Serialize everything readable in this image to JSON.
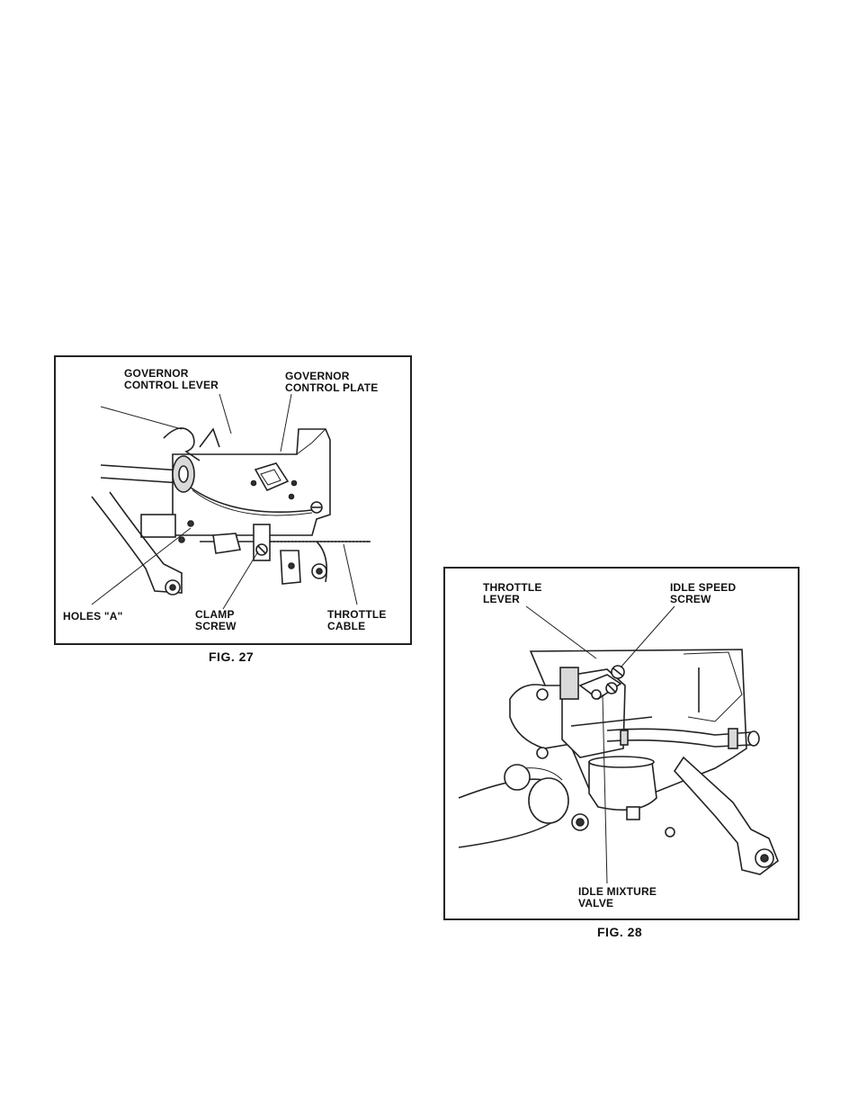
{
  "figures": [
    {
      "caption": "FIG. 27",
      "callouts": {
        "governor_control_lever": "GOVERNOR\nCONTROL LEVER",
        "governor_control_plate": "GOVERNOR\nCONTROL PLATE",
        "holes_a": "HOLES \"A\"",
        "clamp_screw": "CLAMP\nSCREW",
        "throttle_cable": "THROTTLE\nCABLE"
      }
    },
    {
      "caption": "FIG. 28",
      "callouts": {
        "throttle_lever": "THROTTLE\nLEVER",
        "idle_speed_screw": "IDLE SPEED\nSCREW",
        "idle_mixture_valve": "IDLE MIXTURE\nVALVE"
      }
    }
  ]
}
